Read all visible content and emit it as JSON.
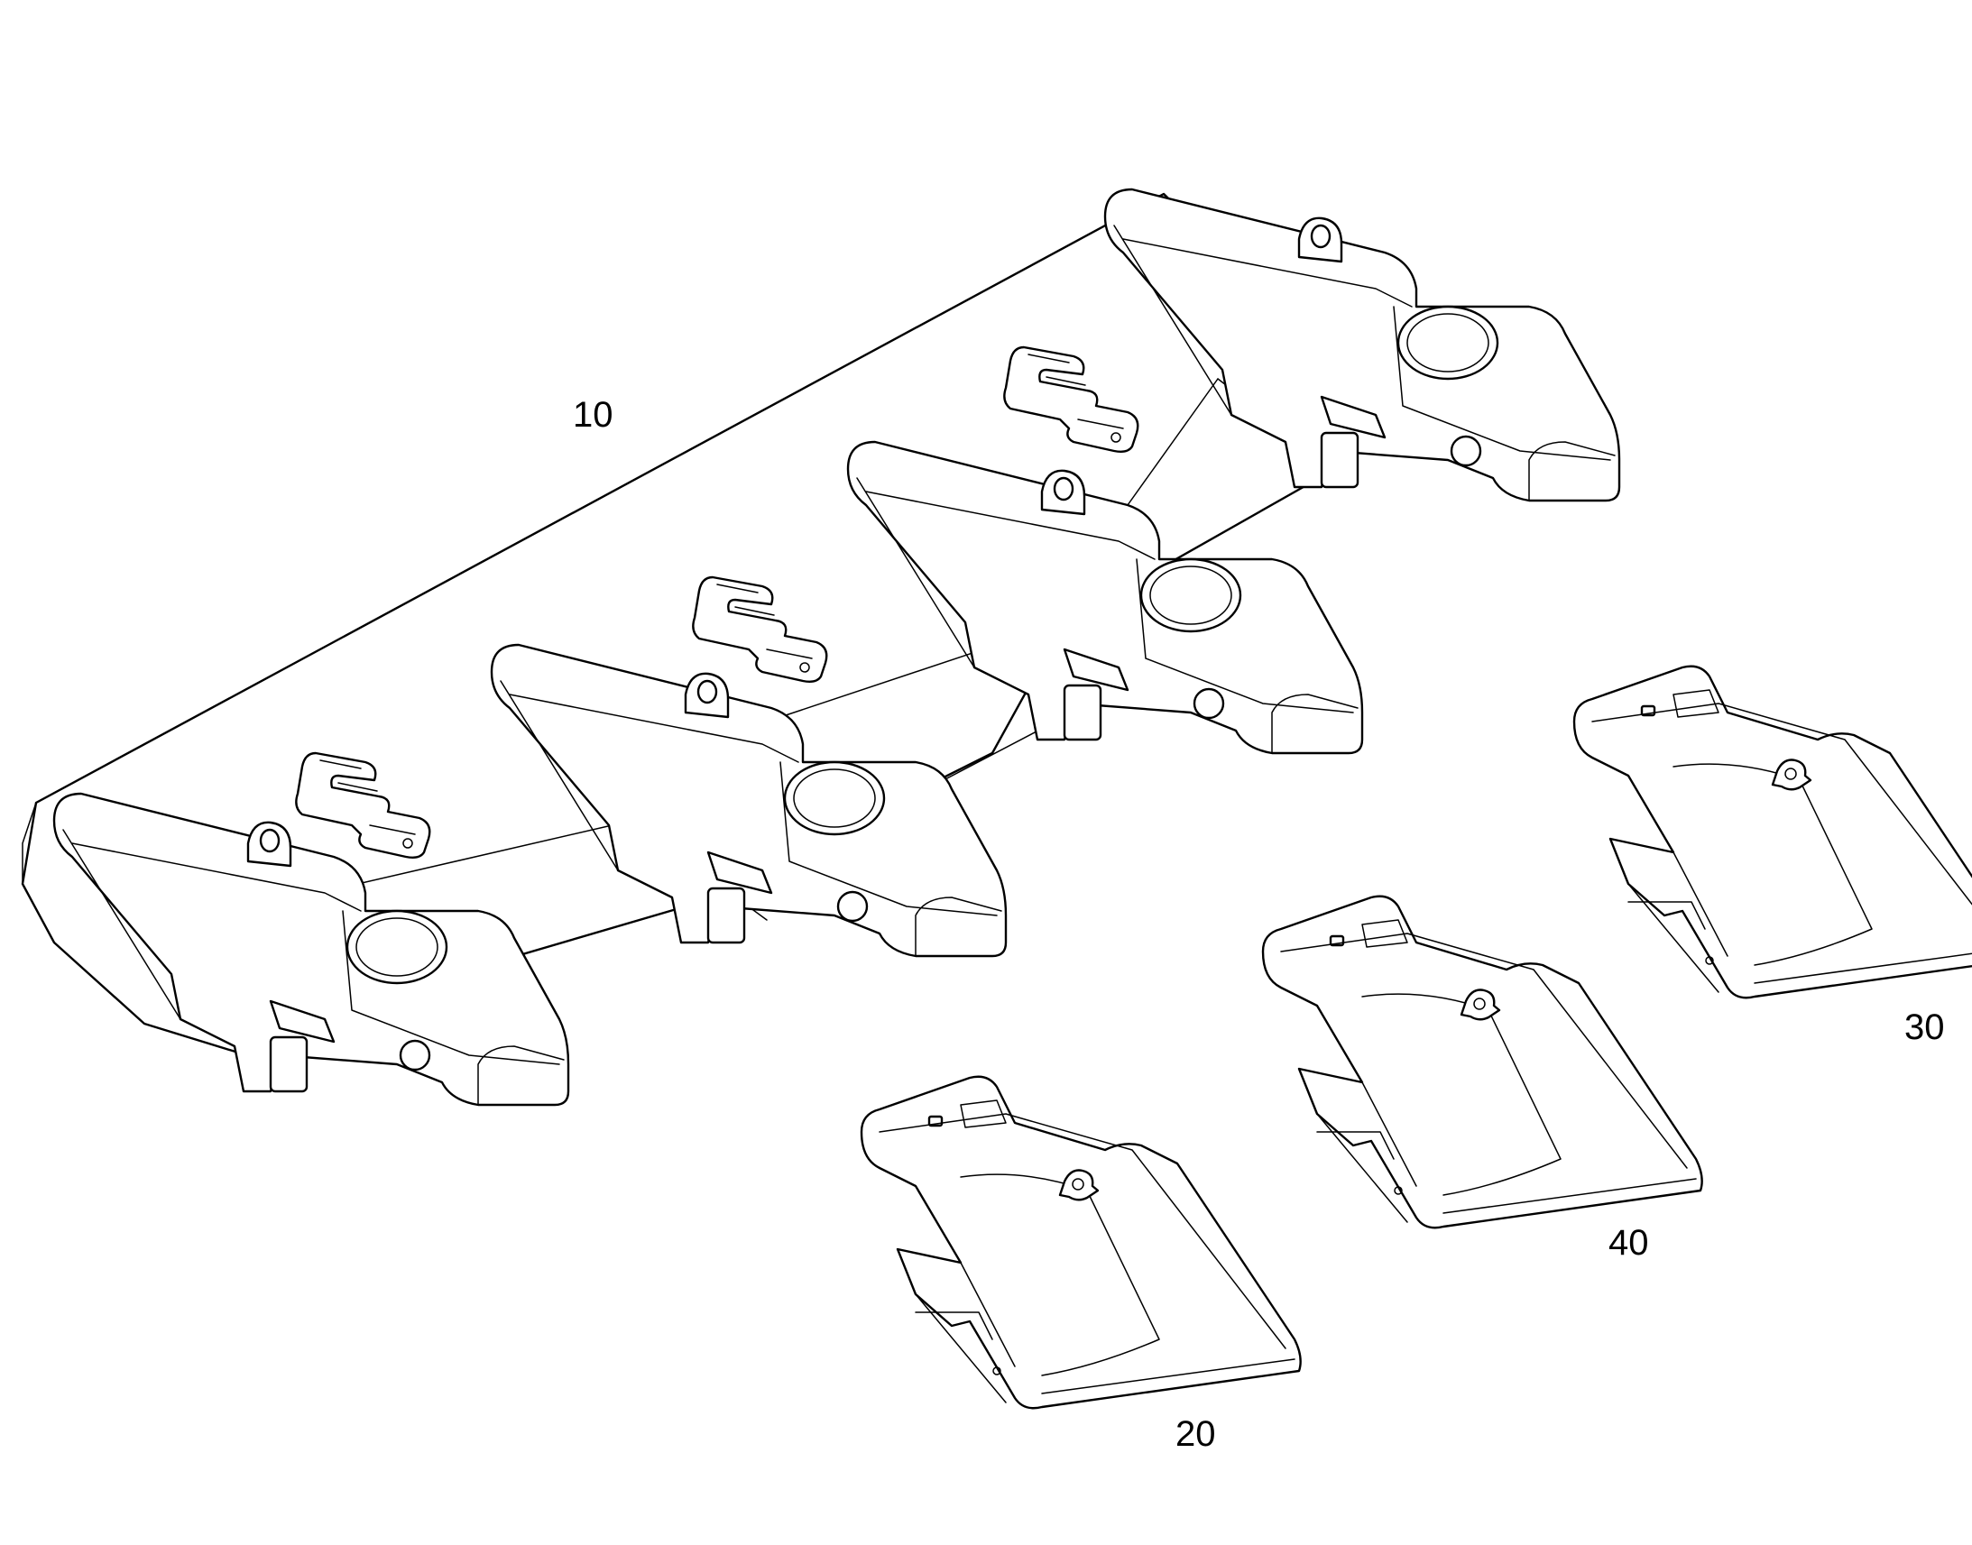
{
  "diagram": {
    "background": "#ffffff",
    "line_color": "#000000",
    "callouts": {
      "blade_assembly": "10",
      "tooth_front": "20",
      "tooth_right": "30",
      "tooth_middle": "40"
    },
    "components": [
      "bucket-lip",
      "tooth-adapter",
      "retaining-clip",
      "retaining-pin",
      "bucket-tooth"
    ]
  }
}
